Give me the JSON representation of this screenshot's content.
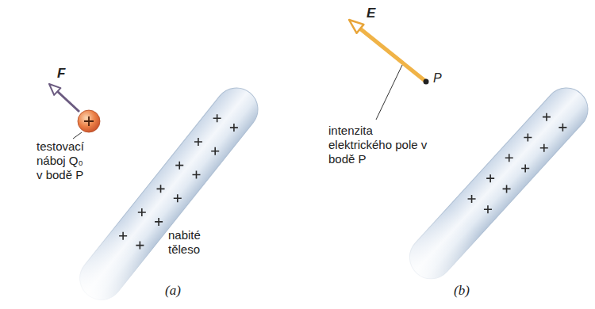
{
  "diagram": {
    "labels": [
      "F",
      "testovací náboj Q₀ v bodě P",
      "nabité těleso",
      "(a)",
      "E",
      "P",
      "intenzita elektrického pole v bodě P",
      "(b)"
    ]
  }
}
